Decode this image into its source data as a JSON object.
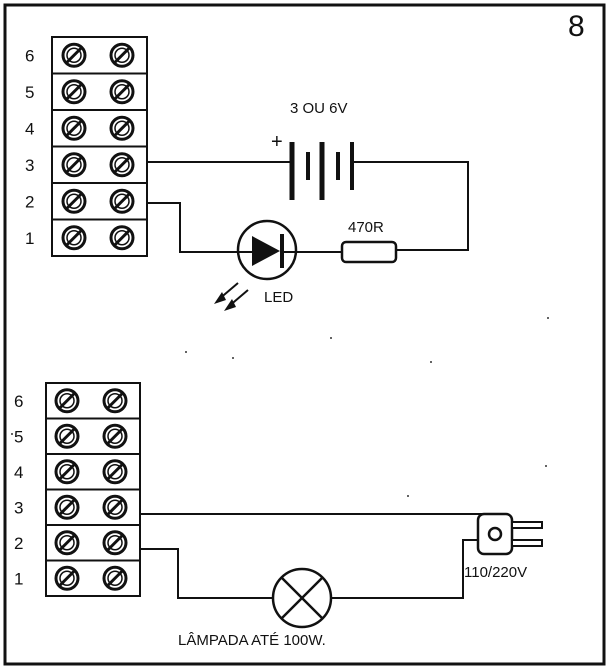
{
  "figure_number": "8",
  "top_circuit": {
    "terminal_labels": [
      "6",
      "5",
      "4",
      "3",
      "2",
      "1"
    ],
    "battery_label": "3 OU 6V",
    "battery_plus": "+",
    "resistor_label": "470R",
    "led_label": "LED"
  },
  "bottom_circuit": {
    "terminal_labels": [
      "6",
      "5",
      "4",
      "3",
      "2",
      "1"
    ],
    "plug_label": "110/220V",
    "lamp_label": "LÂMPADA ATÉ 100W."
  }
}
